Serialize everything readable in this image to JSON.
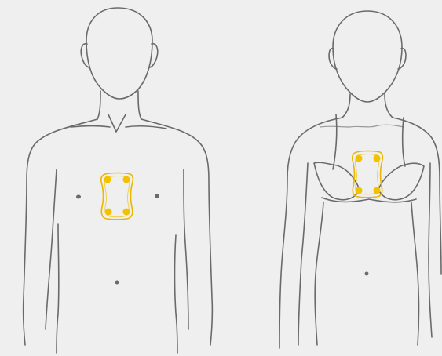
{
  "figure": {
    "background": "#efefef",
    "outline_color": "#6a6a6a",
    "patch_color": "#f2c200",
    "patch_outline_color": "#e8b800"
  },
  "figures": [
    {
      "id": "male",
      "patch": {
        "electrodes": 4
      }
    },
    {
      "id": "female",
      "patch": {
        "electrodes": 4
      }
    }
  ]
}
